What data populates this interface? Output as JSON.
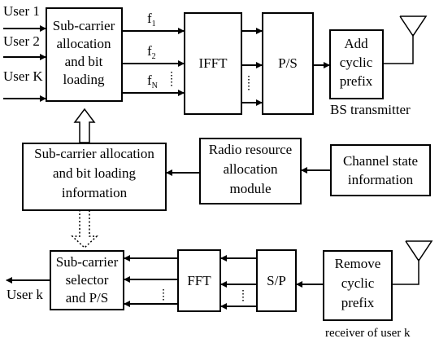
{
  "inputs": {
    "user1": "User 1",
    "user2": "User 2",
    "userK": "User K"
  },
  "subcarrier_labels": {
    "f1_base": "f",
    "f1_sub": "1",
    "f2_base": "f",
    "f2_sub": "2",
    "fN_base": "f",
    "fN_sub": "N"
  },
  "transmitter": {
    "alloc_block": [
      "Sub-carrier",
      "allocation",
      "and bit",
      "loading"
    ],
    "ifft_block": "IFFT",
    "ps_block": "P/S",
    "add_cp_block": [
      "Add",
      "cyclic",
      "prefix"
    ],
    "caption": "BS transmitter"
  },
  "control": {
    "info_block": [
      "Sub-carrier allocation",
      "and bit loading",
      "information"
    ],
    "rra_block": [
      "Radio resource",
      "allocation",
      "module"
    ],
    "csi_block": [
      "Channel state",
      "information"
    ]
  },
  "receiver": {
    "selector_block": [
      "Sub-carrier",
      "selector",
      "and P/S"
    ],
    "fft_block": "FFT",
    "sp_block": "S/P",
    "remove_cp_block": [
      "Remove",
      "cyclic",
      "prefix"
    ],
    "output_label": "User k",
    "caption": "receiver of user k"
  }
}
